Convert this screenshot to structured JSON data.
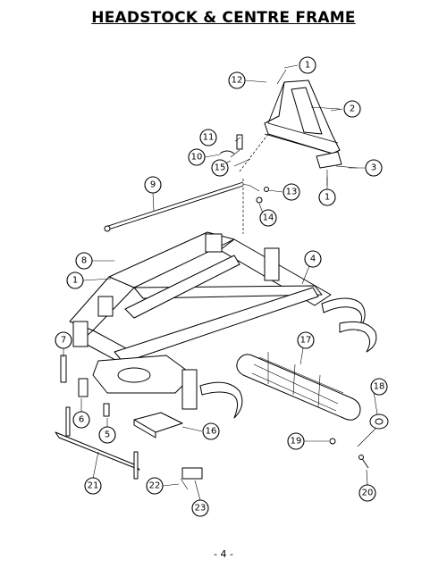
{
  "title": "HEADSTOCK & CENTRE FRAME",
  "page_number": "- 4 -",
  "callouts": [
    {
      "label": "1"
    },
    {
      "label": "2"
    },
    {
      "label": "3"
    },
    {
      "label": "1"
    },
    {
      "label": "12"
    },
    {
      "label": "11"
    },
    {
      "label": "10"
    },
    {
      "label": "15"
    },
    {
      "label": "9"
    },
    {
      "label": "13"
    },
    {
      "label": "14"
    },
    {
      "label": "8"
    },
    {
      "label": "1"
    },
    {
      "label": "4"
    },
    {
      "label": "7"
    },
    {
      "label": "17"
    },
    {
      "label": "18"
    },
    {
      "label": "6"
    },
    {
      "label": "5"
    },
    {
      "label": "16"
    },
    {
      "label": "19"
    },
    {
      "label": "21"
    },
    {
      "label": "22"
    },
    {
      "label": "23"
    },
    {
      "label": "20"
    }
  ]
}
